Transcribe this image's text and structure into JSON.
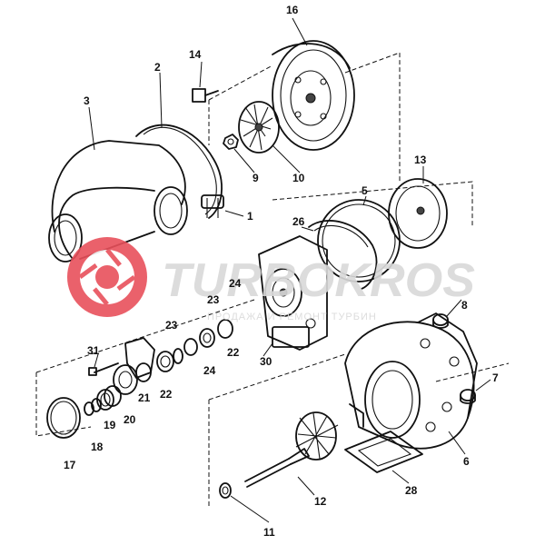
{
  "watermark": {
    "brand": "TURBOKROS",
    "tagline": "ПРОДАЖА И РЕМОНТ ТУРБИН",
    "logo_color": "#e8505b",
    "text_color": "#d9d9d9"
  },
  "callouts": {
    "p1": "1",
    "p2": "2",
    "p3": "3",
    "p5": "5",
    "p6": "6",
    "p7": "7",
    "p8": "8",
    "p9": "9",
    "p10": "10",
    "p11": "11",
    "p12": "12",
    "p13": "13",
    "p14": "14",
    "p16": "16",
    "p17": "17",
    "p18": "18",
    "p19": "19",
    "p20": "20",
    "p21": "21",
    "p22a": "22",
    "p22b": "22",
    "p23a": "23",
    "p23b": "23",
    "p24a": "24",
    "p24b": "24",
    "p26": "26",
    "p28": "28",
    "p30": "30",
    "p31": "31"
  }
}
